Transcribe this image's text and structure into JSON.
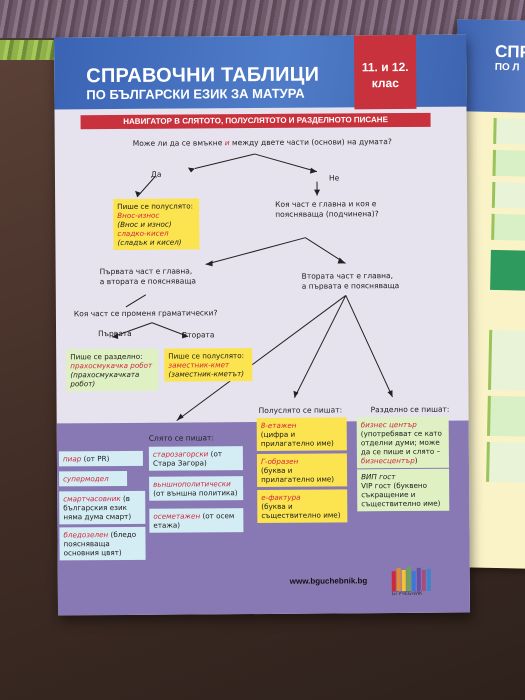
{
  "brochure": {
    "title_line1": "СПРАВОЧНИ ТАБЛИЦИ",
    "title_line2": "ПО БЪЛГАРСКИ ЕЗИК ЗА МАТУРА",
    "grade_line1": "11. и 12.",
    "grade_line2": "клас",
    "section_title": "НАВИГАТОР В СЛЯТОТО, ПОЛУСЛЯТОТО И РАЗДЕЛНОТО ПИСАНЕ",
    "question_main_a": "Може ли да се вмъкне ",
    "question_main_i": "и",
    "question_main_b": " между двете части (основи) на думата?",
    "yes": "Да",
    "no": "Не",
    "yes_box": {
      "heading": "Пише се полуслято:",
      "l1": "Внос-износ",
      "l2": "(Внос и износ)",
      "l3": "сладко-кисел",
      "l4": "(сладък и кисел)"
    },
    "which_main": "Коя част е главна и коя е",
    "which_main2": "поясняваща (подчинена)?",
    "first_main_1": "Първата част е главна,",
    "first_main_2": "а втората е поясняваща",
    "second_main_1": "Втората част е главна,",
    "second_main_2": "а първата е поясняваща",
    "which_changes": "Коя част се променя граматически?",
    "first_label": "Първата",
    "second_label": "Втората",
    "first_box": {
      "heading": "Пише се разделно:",
      "l1": "прахосмукачка робот",
      "l2": "(прахосмукачката",
      "l3": "робот)"
    },
    "second_box": {
      "heading": "Пише се полуслято:",
      "l1": "заместник-кмет",
      "l2": "(заместник-кметът)"
    },
    "merged_heading": "Слято се пишат:",
    "merged_items": [
      {
        "a": "пиар",
        "b": " (от PR)"
      },
      {
        "a": "супермодел",
        "b": ""
      },
      {
        "a": "смартчасовник",
        "b": " (в българския език няма дума смарт)"
      },
      {
        "a": "бледозелен",
        "b": " (бледо поясняваща основния цвят)"
      }
    ],
    "merged_items_right": [
      {
        "a": "старозагорски",
        "b": " (от Стара Загора)"
      },
      {
        "a": "вьншнополитически",
        "b": " (от външна политика)"
      },
      {
        "a": "осеметажен",
        "b": " (от осем етажа)"
      }
    ],
    "half_heading": "Полуслято се пишат:",
    "half_items": [
      {
        "a": "8-етажен",
        "b": "(цифра и прилагателно име)"
      },
      {
        "a": "Г-образен",
        "b": "(буква и прилагателно име)"
      },
      {
        "a": "е-фактура",
        "b": "(буква и съществително име)"
      }
    ],
    "separate_heading": "Разделно се пишат:",
    "separate_items": [
      {
        "a": "бизнес център",
        "b": "(употребяват се като отделни думи; може да се пише и слято – ",
        "c": "бизнесцентър",
        "d": ")"
      },
      {
        "a": "ВИП гост",
        "b": "VIP гост (буквено съкращение и съществително име)"
      }
    ],
    "url": "www.bguchebnik.bg",
    "logo_text": "БГУЧЕБНИК"
  },
  "second_brochure": {
    "title_line1": "СПР",
    "title_line2": "ПО Л"
  },
  "colors": {
    "header_blue": "#3a63b4",
    "accent_red": "#c8323c",
    "yellow_box": "#fbe44f",
    "green_box": "#dff0c2",
    "blue_box": "#d4ecf3",
    "purple_panel": "#8879b4"
  }
}
